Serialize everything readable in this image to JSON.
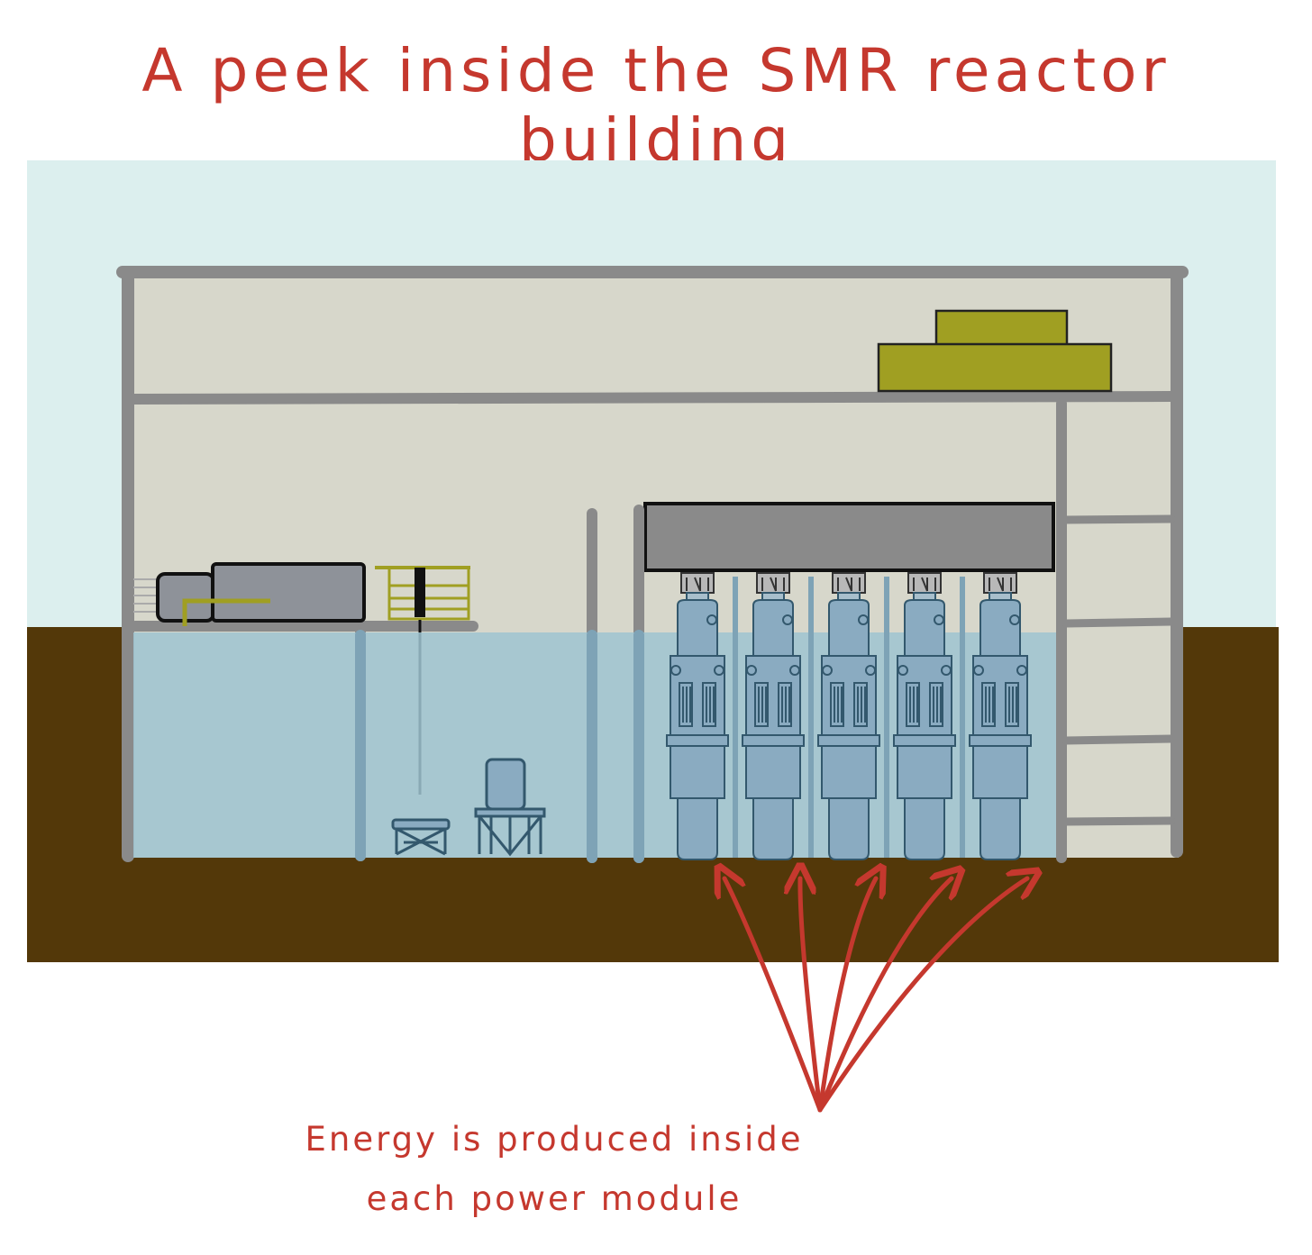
{
  "title": "A peek inside the SMR reactor building",
  "caption": {
    "line1": "Energy is produced inside",
    "line2": "each power module"
  },
  "colors": {
    "sky": "#dcefee",
    "ground": "#533809",
    "wall": "#8a8a8a",
    "interior": "#d7d7cb",
    "water": "#9fc4d1",
    "module": "#8aabc1",
    "olive": "#a09f22",
    "accent": "#c5382e"
  },
  "power_modules": 5
}
